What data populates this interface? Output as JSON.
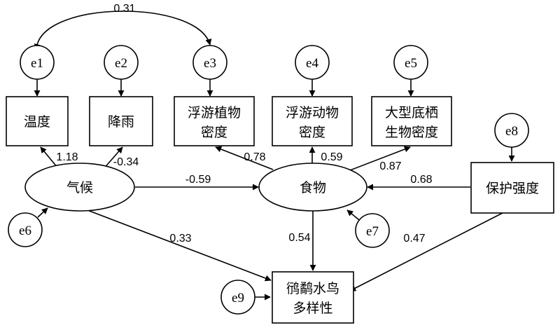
{
  "diagram": {
    "nodes": {
      "temperature": "温度",
      "rainfall": "降雨",
      "phytoplankton_line1": "浮游植物",
      "phytoplankton_line2": "密度",
      "zooplankton_line1": "浮游动物",
      "zooplankton_line2": "密度",
      "benthos_line1": "大型底栖",
      "benthos_line2": "生物密度",
      "climate": "气候",
      "food": "食物",
      "protection": "保护强度",
      "diversity_line1": "鸻鹬水鸟",
      "diversity_line2": "多样性"
    },
    "errors": {
      "e1": "e1",
      "e2": "e2",
      "e3": "e3",
      "e4": "e4",
      "e5": "e5",
      "e6": "e6",
      "e7": "e7",
      "e8": "e8",
      "e9": "e9"
    },
    "coefficients": {
      "e1_e3_covariance": "0.31",
      "climate_temperature": "1.18",
      "climate_rainfall": "-0.34",
      "climate_food": "-0.59",
      "food_phytoplankton": "0.78",
      "food_zooplankton": "0.59",
      "food_benthos": "0.87",
      "protection_food": "0.68",
      "climate_diversity": "0.33",
      "food_diversity": "0.54",
      "protection_diversity": "0.47"
    }
  }
}
